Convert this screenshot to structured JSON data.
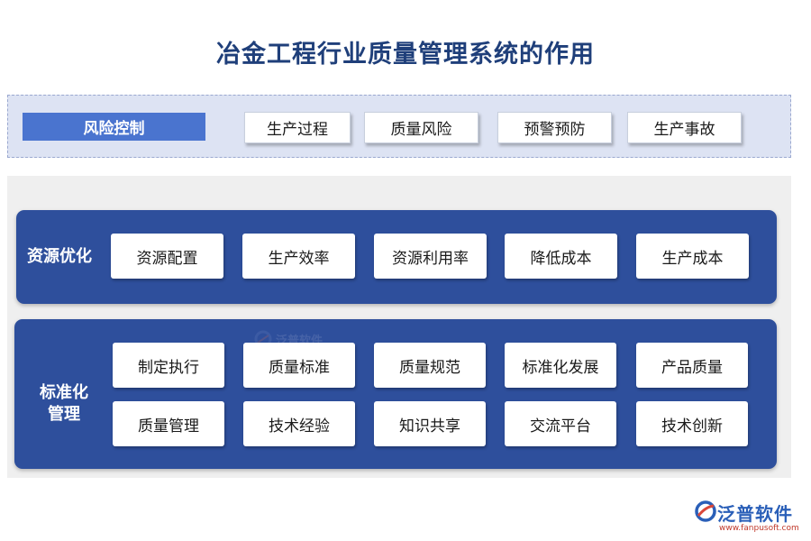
{
  "title": "冶金工程行业质量管理系统的作用",
  "risk": {
    "label": "风险控制",
    "items": [
      "生产过程",
      "质量风险",
      "预警预防",
      "生产事故"
    ]
  },
  "resource": {
    "label": "资源优化",
    "items": [
      "资源配置",
      "生产效率",
      "资源利用率",
      "降低成本",
      "生产成本"
    ]
  },
  "standard": {
    "label_line1": "标准化",
    "label_line2": "管理",
    "row1": [
      "制定执行",
      "质量标准",
      "质量规范",
      "标准化发展",
      "产品质量"
    ],
    "row2": [
      "质量管理",
      "技术经验",
      "知识共享",
      "交流平台",
      "技术创新"
    ]
  },
  "watermark": {
    "text": "泛普软件"
  },
  "logo": {
    "name": "泛普软件",
    "url": "www.fanpusoft.com"
  },
  "colors": {
    "title": "#1f3f7a",
    "risk_band": "#dde3f3",
    "risk_label": "#4a74cf",
    "panel_blue": "#2e4f9c",
    "panel_gray": "#efefef"
  }
}
